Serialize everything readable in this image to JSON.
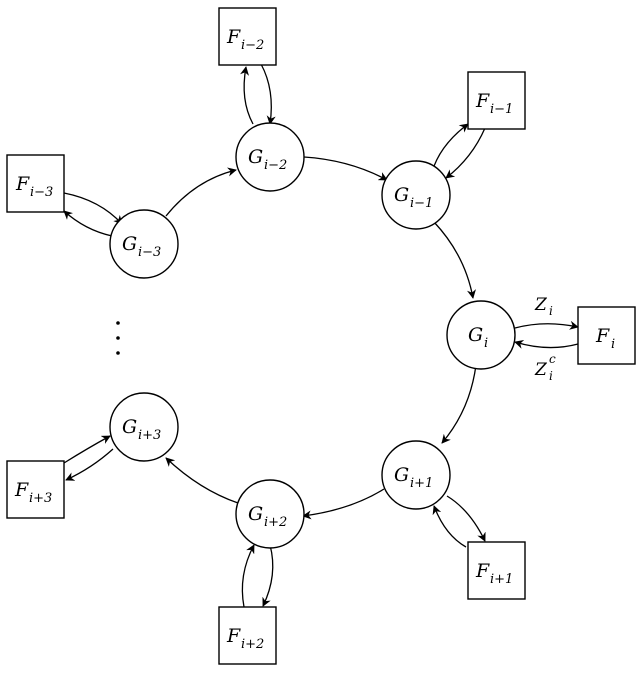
{
  "nodes": {
    "g_im3": {
      "letter": "G",
      "sub": "i−3"
    },
    "g_im2": {
      "letter": "G",
      "sub": "i−2"
    },
    "g_im1": {
      "letter": "G",
      "sub": "i−1"
    },
    "g_i": {
      "letter": "G",
      "sub": "i"
    },
    "g_ip1": {
      "letter": "G",
      "sub": "i+1"
    },
    "g_ip2": {
      "letter": "G",
      "sub": "i+2"
    },
    "g_ip3": {
      "letter": "G",
      "sub": "i+3"
    },
    "f_im3": {
      "letter": "F",
      "sub": "i−3"
    },
    "f_im2": {
      "letter": "F",
      "sub": "i−2"
    },
    "f_im1": {
      "letter": "F",
      "sub": "i−1"
    },
    "f_i": {
      "letter": "F",
      "sub": "i"
    },
    "f_ip1": {
      "letter": "F",
      "sub": "i+1"
    },
    "f_ip2": {
      "letter": "F",
      "sub": "i+2"
    },
    "f_ip3": {
      "letter": "F",
      "sub": "i+3"
    }
  },
  "edge_labels": {
    "z_out": {
      "letter": "Z",
      "sub": "i",
      "sup": ""
    },
    "z_in": {
      "letter": "Z",
      "sub": "i",
      "sup": "c"
    }
  },
  "ellipsis": "⋮"
}
